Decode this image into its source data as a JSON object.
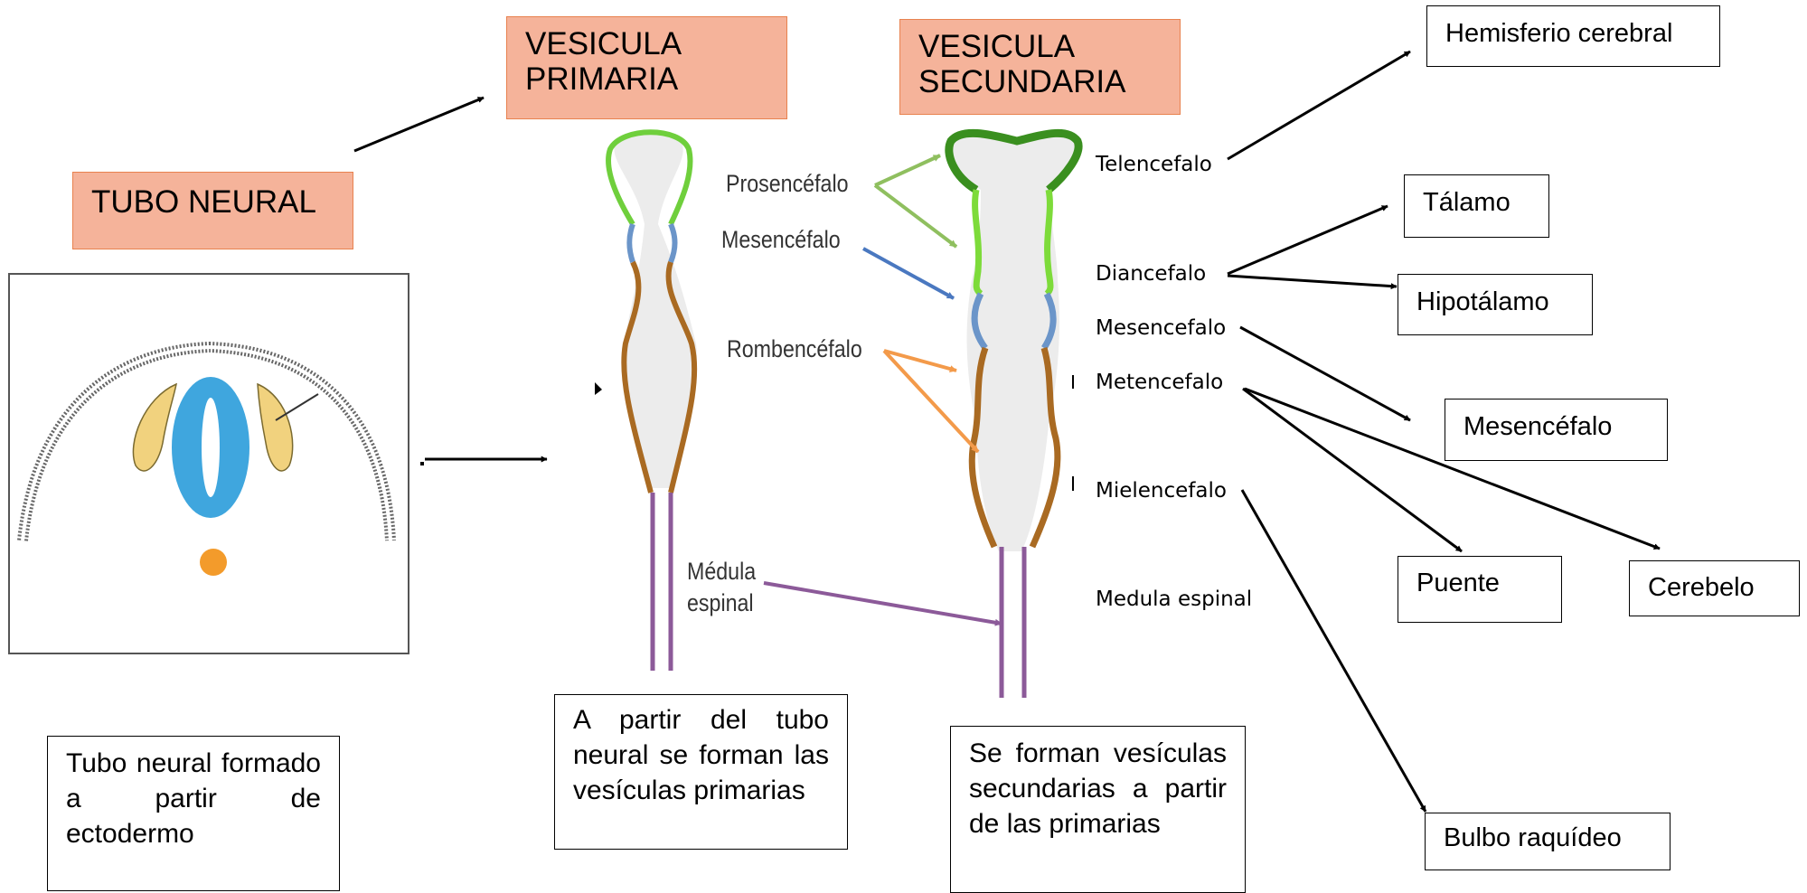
{
  "headers": {
    "tubo_neural": "TUBO NEURAL",
    "vesicula_primaria": "VESICULA PRIMARIA",
    "vesicula_secundaria": "VESICULA SECUNDARIA"
  },
  "diagram_labels": {
    "prosencefalo": "Prosencéfalo",
    "mesencefalo": "Mesencéfalo",
    "rombencefalo": "Rombencéfalo",
    "medula_line1": "Médula",
    "medula_line2": "espinal"
  },
  "secondary_labels": {
    "telencefalo": "Telencefalo",
    "diancefalo": "Diancefalo",
    "mesencefalo": "Mesencefalo",
    "metencefalo": "Metencefalo",
    "mielencefalo": "Mielencefalo",
    "medula_espinal": "Medula espinal"
  },
  "derived_structures": {
    "hemisferio_cerebral": "Hemisferio cerebral",
    "talamo": "Tálamo",
    "hipotalamo": "Hipotálamo",
    "mesencefalo": "Mesencéfalo",
    "puente": "Puente",
    "cerebelo": "Cerebelo",
    "bulbo_raquideo": "Bulbo raquídeo"
  },
  "notes": {
    "tubo": "Tubo neural formado a partir de ectodermo",
    "primaria": "A partir del tubo neural se forman las vesículas primarias",
    "secundaria": "Se forman vesículas secundarias a partir de las primarias"
  },
  "colors": {
    "header_fill": "#f5b39a",
    "header_border": "#e8824f",
    "neural_tube": "#3fa6de",
    "somite": "#f1d27e",
    "notochord": "#f39b2b",
    "forebrain": "#6fcf3c",
    "midbrain": "#6b95c9",
    "hindbrain": "#a96a22",
    "spinal_cord": "#8c5a99"
  }
}
